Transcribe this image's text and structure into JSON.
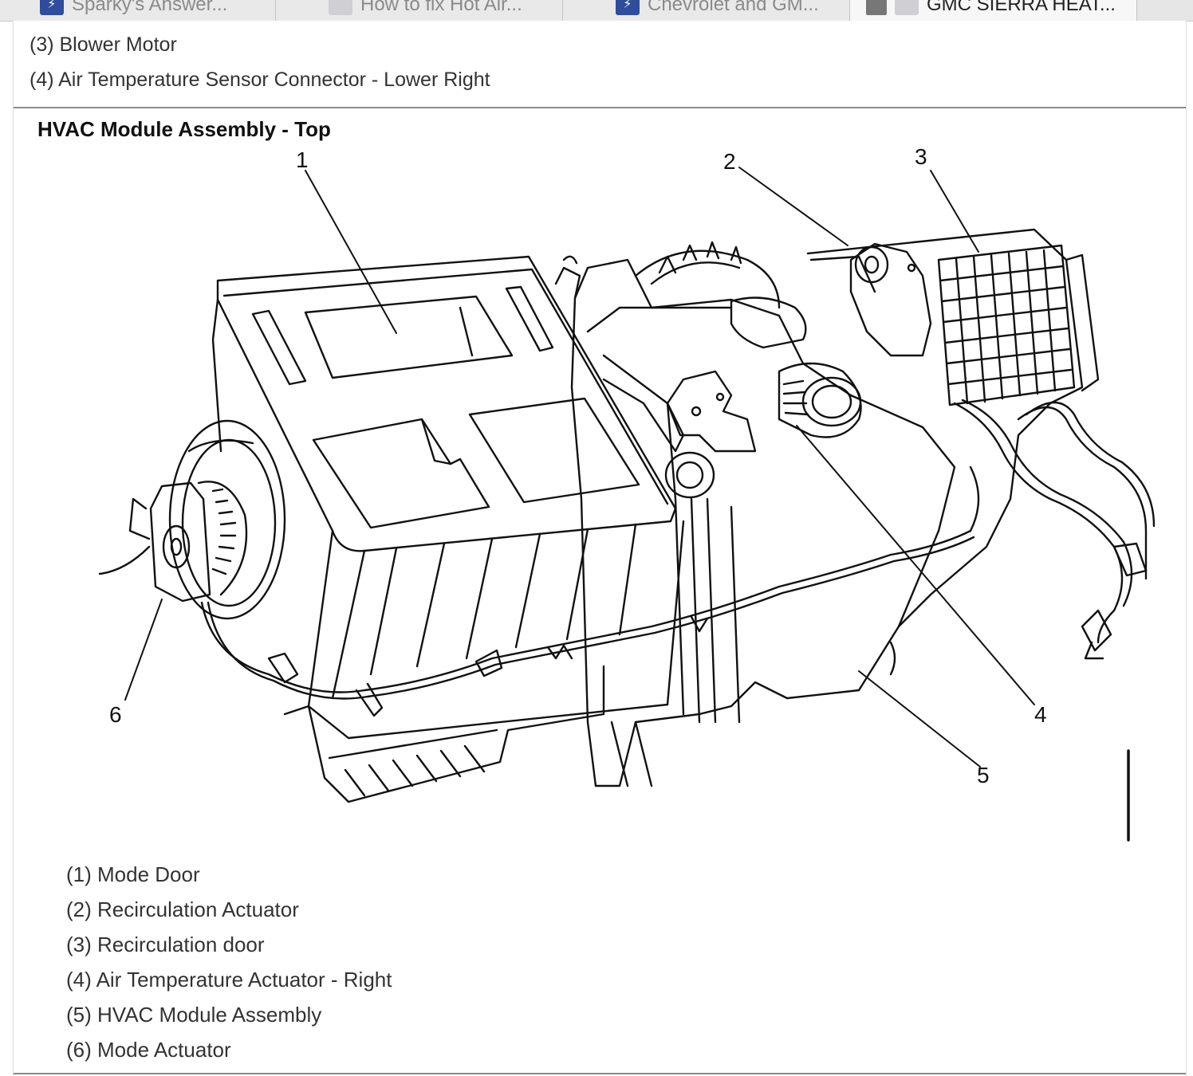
{
  "tabs": [
    {
      "label": "Sparky's Answer..."
    },
    {
      "label": "How to fix Hot Air..."
    },
    {
      "label": "Chevrolet and GM..."
    },
    {
      "label": "GMC SIERRA HEAT..."
    }
  ],
  "previous_list": [
    "(3) Blower Motor",
    "(4) Air Temperature Sensor Connector - Lower Right"
  ],
  "figure": {
    "title": "HVAC Module Assembly - Top",
    "callouts": [
      "1",
      "2",
      "3",
      "4",
      "5",
      "6"
    ]
  },
  "legend": [
    "(1) Mode Door",
    "(2) Recirculation Actuator",
    "(3) Recirculation door",
    "(4) Air Temperature Actuator - Right",
    "(5) HVAC Module Assembly",
    "(6) Mode Actuator"
  ]
}
